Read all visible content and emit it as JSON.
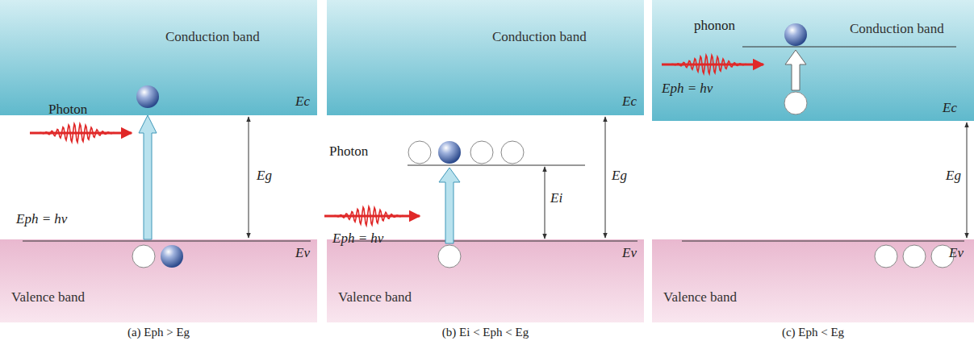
{
  "diagram": {
    "nodes": [
      {
        "text": [
          "Conduction band"
        ]
      },
      {
        "text": [
          "Valence band"
        ]
      },
      {
        "text": [
          "Conduction band"
        ]
      },
      {
        "text": [
          "Valence band"
        ]
      },
      {
        "text": [
          "Conduction band"
        ]
      },
      {
        "text": [
          "Valence band"
        ]
      }
    ],
    "edges": [
      {
        "from": 1,
        "to": 0,
        "arrow": "to"
      }
    ],
    "labels": [
      "Photon",
      "Eph = hν",
      "Ec",
      "Eg",
      "Ev",
      "(a) Eph > Eg",
      "Photon",
      "Eph = hν",
      "Ei",
      "Ec",
      "Eg",
      "Ev",
      "(b) Ei < Eph < Eg",
      "phonon",
      "Eph = hν",
      "Ec",
      "Eg",
      "Ev",
      "(c) Eph < Eg"
    ]
  }
}
